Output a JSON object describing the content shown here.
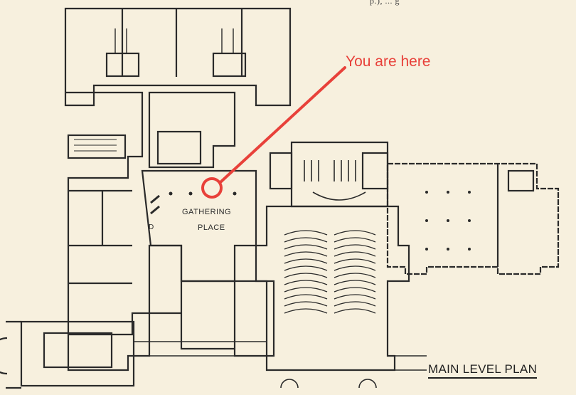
{
  "plan": {
    "title": "MAIN LEVEL PLAN",
    "room_label_line1": "GATHERING",
    "room_label_line2": "PLACE",
    "room_code": "D",
    "top_snippet": "p.), ... g"
  },
  "marker": {
    "label": "You are here",
    "color": "#e8413a",
    "icon": "location-circle-icon"
  },
  "colors": {
    "paper": "#f7f0de",
    "ink": "#2a2a2a",
    "marker": "#e8413a"
  }
}
